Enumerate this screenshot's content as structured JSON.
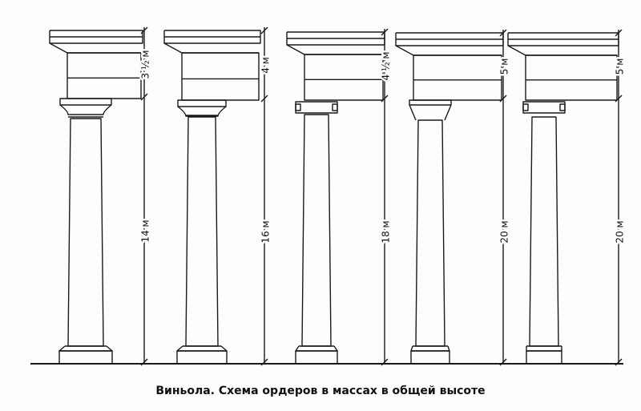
{
  "caption": "Виньола. Схема ордеров в массах в общей высоте",
  "colors": {
    "ink": "#1a1a1a",
    "paper": "#fdfdfb"
  },
  "orders": [
    {
      "entablature_label": "3 ½ м",
      "column_label": "14 м",
      "capital": "simple"
    },
    {
      "entablature_label": "4 м",
      "column_label": "16 м",
      "capital": "simple"
    },
    {
      "entablature_label": "4 ½ м",
      "column_label": "18 м",
      "capital": "volute"
    },
    {
      "entablature_label": "5 м",
      "column_label": "20 м",
      "capital": "bell"
    },
    {
      "entablature_label": "5 м",
      "column_label": "20 м",
      "capital": "volute"
    }
  ]
}
